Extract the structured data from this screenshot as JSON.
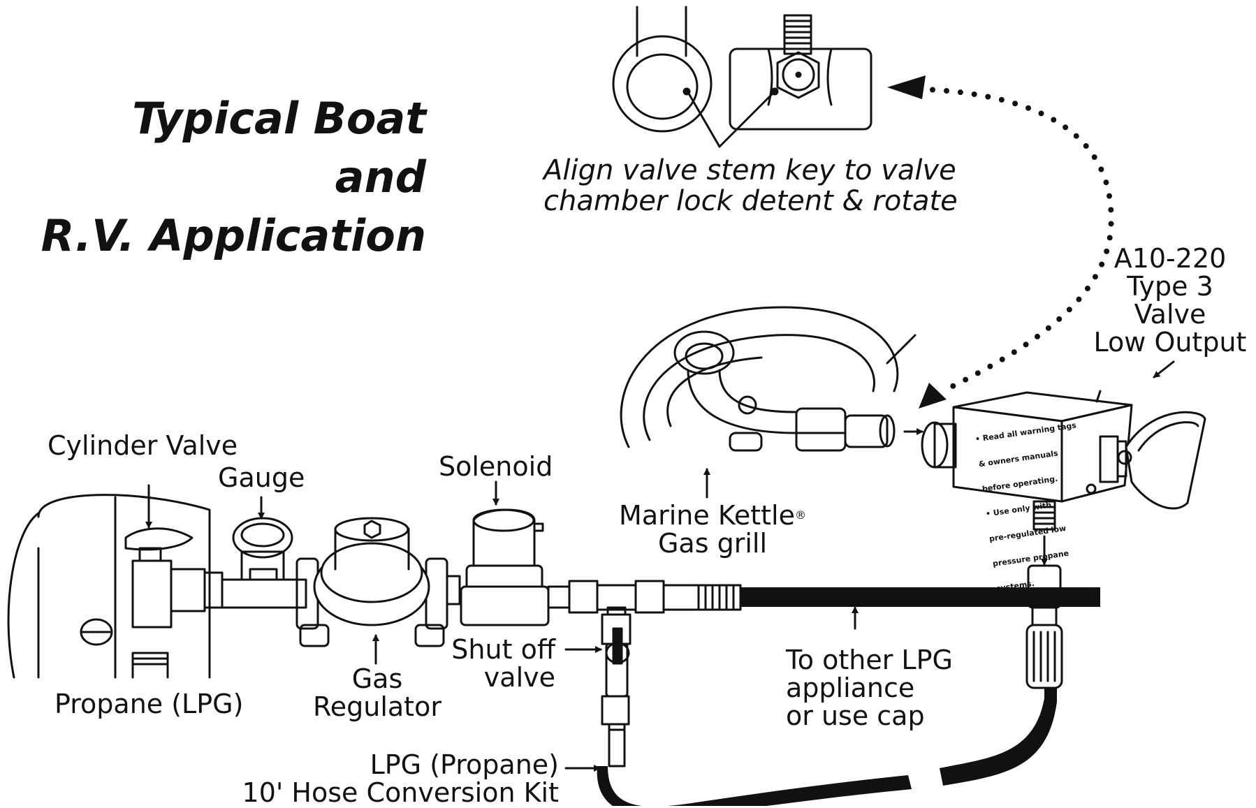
{
  "title": {
    "line1": "Typical Boat and",
    "line2": "R.V. Application"
  },
  "labels": {
    "align_instruction_line1": "Align valve stem key to valve",
    "align_instruction_line2": "chamber lock detent & rotate",
    "valve_model_line1": "A10-220",
    "valve_model_line2": "Type 3",
    "valve_model_line3": "Valve",
    "valve_model_line4": "Low Output",
    "cylinder_valve": "Cylinder Valve",
    "gauge": "Gauge",
    "solenoid": "Solenoid",
    "marine_kettle_line1": "Marine Kettle",
    "marine_kettle_registered": "®",
    "marine_kettle_line2": "Gas grill",
    "propane": "Propane (LPG)",
    "gas_regulator_line1": "Gas",
    "gas_regulator_line2": "Regulator",
    "shutoff_line1": "Shut off",
    "shutoff_line2": "valve",
    "other_appliance_line1": "To other LPG",
    "other_appliance_line2": "appliance",
    "other_appliance_line3": "or use cap",
    "hose_kit_line1": "LPG (Propane)",
    "hose_kit_line2": "10' Hose Conversion Kit"
  },
  "valve_warning_text": {
    "line1": "• Read all warning tags",
    "line2": "& owners manuals",
    "line3": "before operating.",
    "line4": "• Use only with",
    "line5": "pre-regulated low",
    "line6": "pressure propane",
    "line7": "systems."
  },
  "colors": {
    "line": "#111111",
    "background": "#ffffff",
    "hose": "#111111"
  }
}
